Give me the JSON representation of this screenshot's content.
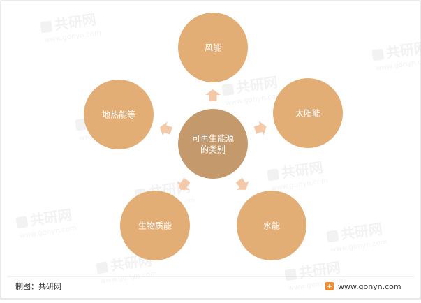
{
  "diagram": {
    "center": {
      "lines": [
        "可再生能源",
        "的类别"
      ]
    },
    "nodes": [
      {
        "id": "wind",
        "label": "风能"
      },
      {
        "id": "solar",
        "label": "太阳能"
      },
      {
        "id": "water",
        "label": "水能"
      },
      {
        "id": "biomass",
        "label": "生物质能"
      },
      {
        "id": "geo",
        "label": "地热能等"
      }
    ]
  },
  "footer": {
    "source": "制图：共研网",
    "website": "www.gonyn.com"
  },
  "watermark": {
    "text": "共研网",
    "url": "www.gonyn.com"
  },
  "colors": {
    "center_fill": "#C49A6C",
    "node_fill": "#E2AE76",
    "arrow_fill": "#F3C9A9",
    "text": "#ffffff",
    "border": "#D6D6D6",
    "logo_orange": "#F08B2F"
  }
}
